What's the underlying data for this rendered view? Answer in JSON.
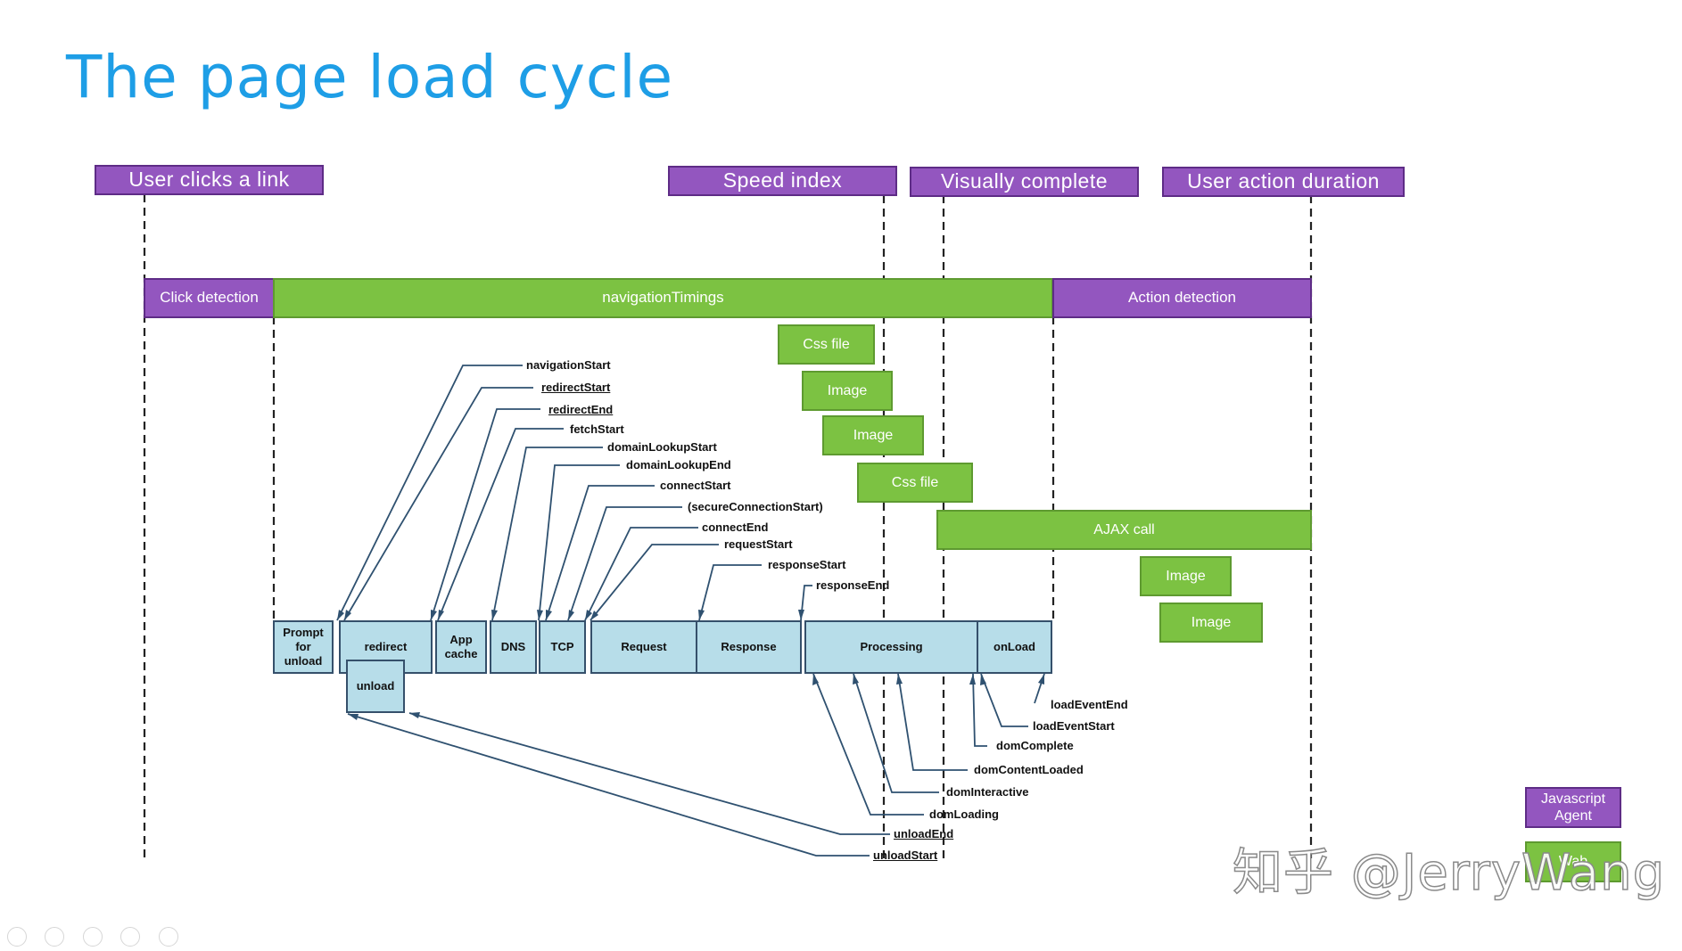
{
  "title": "The page load cycle",
  "milestones": {
    "user_clicks": "User clicks a link",
    "speed_index": "Speed index",
    "visually_complete": "Visually complete",
    "user_action_duration": "User action duration"
  },
  "phases": {
    "click_detection": "Click detection",
    "navigation_timings": "navigationTimings",
    "action_detection": "Action detection"
  },
  "resources": [
    {
      "label": "Css file"
    },
    {
      "label": "Image"
    },
    {
      "label": "Image"
    },
    {
      "label": "Css file"
    },
    {
      "label": "AJAX call"
    },
    {
      "label": "Image"
    },
    {
      "label": "Image"
    }
  ],
  "segments": {
    "prompt_for_unload": "Prompt for unload",
    "redirect": "redirect",
    "unload": "unload",
    "app_cache": "App cache",
    "dns": "DNS",
    "tcp": "TCP",
    "request": "Request",
    "response": "Response",
    "processing": "Processing",
    "onload": "onLoad"
  },
  "events_top": [
    {
      "label": "navigationStart",
      "underline": false
    },
    {
      "label": "redirectStart",
      "underline": true
    },
    {
      "label": "redirectEnd",
      "underline": true
    },
    {
      "label": "fetchStart",
      "underline": false
    },
    {
      "label": "domainLookupStart",
      "underline": false
    },
    {
      "label": "domainLookupEnd",
      "underline": false
    },
    {
      "label": "connectStart",
      "underline": false
    },
    {
      "label": "(secureConnectionStart)",
      "underline": false
    },
    {
      "label": "connectEnd",
      "underline": false
    },
    {
      "label": "requestStart",
      "underline": false
    },
    {
      "label": "responseStart",
      "underline": false
    },
    {
      "label": "responseEnd",
      "underline": false
    }
  ],
  "events_bottom": [
    {
      "label": "loadEventEnd",
      "underline": false
    },
    {
      "label": "loadEventStart",
      "underline": false
    },
    {
      "label": "domComplete",
      "underline": false
    },
    {
      "label": "domContentLoaded",
      "underline": false
    },
    {
      "label": "domInteractive",
      "underline": false
    },
    {
      "label": "domLoading",
      "underline": false
    },
    {
      "label": "unloadEnd",
      "underline": true
    },
    {
      "label": "unloadStart",
      "underline": true
    }
  ],
  "legend": {
    "javascript_agent": "Javascript Agent",
    "green_box": "Wab"
  },
  "watermark": "知乎 @JerryWang",
  "colors": {
    "title": "#1e9ee6",
    "purple": "#9356bf",
    "green": "#7cc242",
    "segment_fill": "#b7dde9",
    "segment_border": "#35506b"
  }
}
